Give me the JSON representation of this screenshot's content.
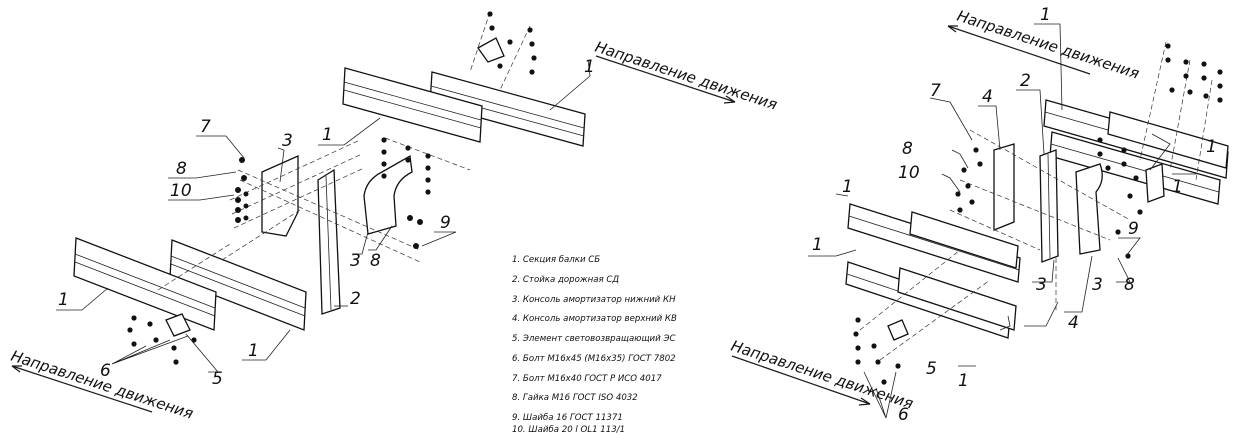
{
  "direction_label": "Направление движения",
  "legend": [
    "1. Секция балки СБ",
    "2. Стойка дорожная СД",
    "3. Консоль амортизатор нижний КН",
    "4. Консоль амортизатор верхний КВ",
    "5. Элемент световозвращающий ЭС",
    "6. Болт М16х45 (М16х35) ГОСТ 7802",
    "7. Болт М16х40 ГОСТ Р ИСО 4017",
    "8. Гайка М16 ГОСТ ISO 4032",
    "9. Шайба 16 ГОСТ 11371",
    "10. Шайба 20 l OL1 113/1"
  ],
  "left_callouts": {
    "n1a": "1",
    "n1b": "1",
    "n1c": "1",
    "n1d": "1",
    "n2": "2",
    "n3a": "3",
    "n3b": "3",
    "n5": "5",
    "n6": "6",
    "n7": "7",
    "n8a": "8",
    "n8b": "8",
    "n9": "9",
    "n10": "10"
  },
  "right_callouts": {
    "n1a": "1",
    "n1b": "1",
    "n1c": "1",
    "n1d": "1",
    "n1e": "1",
    "n1f": "1",
    "n2": "2",
    "n3a": "3",
    "n3b": "3",
    "n4a": "4",
    "n4b": "4",
    "n5": "5",
    "n6": "6",
    "n7": "7",
    "n8a": "8",
    "n8b": "8",
    "n9": "9",
    "n10": "10"
  },
  "colors": {
    "ink": "#111111",
    "paper": "#ffffff"
  }
}
